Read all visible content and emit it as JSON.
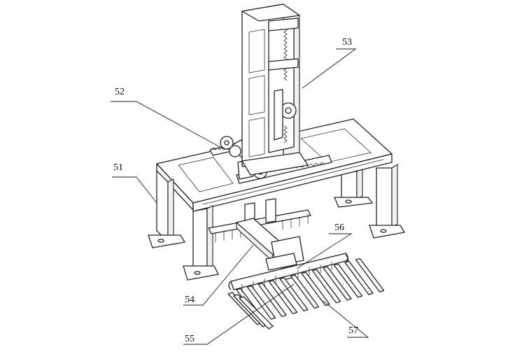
{
  "callouts": {
    "c51": "51",
    "c52": "52",
    "c53": "53",
    "c54": "54",
    "c55": "55",
    "c56": "56",
    "c57": "57"
  }
}
